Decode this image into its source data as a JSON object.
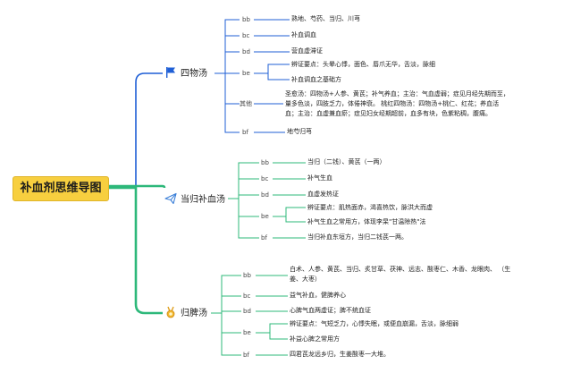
{
  "root": {
    "label": "补血剂思维导图",
    "color": "#f7cf3f"
  },
  "branches": [
    {
      "label": "四物汤",
      "icon": "flag-icon",
      "color": "#1f5fd6",
      "items": [
        {
          "key": "bb",
          "lines": [
            "熟地、芍药、当归、川芎"
          ]
        },
        {
          "key": "bc",
          "lines": [
            "补血调血"
          ]
        },
        {
          "key": "bd",
          "lines": [
            "营血虚滞证"
          ]
        },
        {
          "key": "be",
          "children": [
            [
              "辨证要点：头晕心悸，面色、唇爪无华，舌淡，脉细"
            ],
            [
              "补血调血之基础方"
            ]
          ]
        },
        {
          "key": "其他",
          "lines": [
            "圣愈汤：四物汤+人参、黄芪；补气养血；主治：气血虚弱；症见月经先期而至，",
            "量多色淡，四肢乏力，体倦神衰。 桃红四物汤：四物汤+桃仁、红花；养血活",
            "血；主治：血虚兼血瘀；症见妇女经期超前，血多有块，色紫粘稠，腹痛。"
          ]
        },
        {
          "key": "bf",
          "lines": [
            "地芍归芎"
          ]
        }
      ]
    },
    {
      "label": "当归补血汤",
      "icon": "paper-plane-icon",
      "color": "#2db87a",
      "items": [
        {
          "key": "bb",
          "lines": [
            "当归（二钱）、黄芪（一两）"
          ]
        },
        {
          "key": "bc",
          "lines": [
            "补气生血"
          ]
        },
        {
          "key": "bd",
          "lines": [
            "血虚发热证"
          ]
        },
        {
          "key": "be",
          "children": [
            [
              "辨证要点：肌热面赤，渴喜热饮，脉洪大而虚"
            ],
            [
              "补气生血之常用方，体现李杲\"甘温除热\"法"
            ]
          ]
        },
        {
          "key": "bf",
          "lines": [
            "当归补血东垣方，当归二钱芪一两。"
          ]
        }
      ]
    },
    {
      "label": "归脾汤",
      "icon": "medal-icon",
      "color": "#2db87a",
      "items": [
        {
          "key": "bb",
          "lines": [
            "白术、人参、黄芪、当归、炙甘草、茯神、远志、酸枣仁、木香、龙眼肉、 （生",
            "姜、大枣）"
          ]
        },
        {
          "key": "bc",
          "lines": [
            "益气补血，健脾养心"
          ]
        },
        {
          "key": "bd",
          "lines": [
            "心脾气血两虚证；脾不统血证"
          ]
        },
        {
          "key": "be",
          "children": [
            [
              "辨证要点：气短乏力，心悸失眠，或便血崩漏，舌淡，脉细弱"
            ],
            [
              "补益心脾之常用方"
            ]
          ]
        },
        {
          "key": "bf",
          "lines": [
            "四君芪龙远乡归，生姜酸枣一大堆。"
          ]
        }
      ]
    }
  ]
}
